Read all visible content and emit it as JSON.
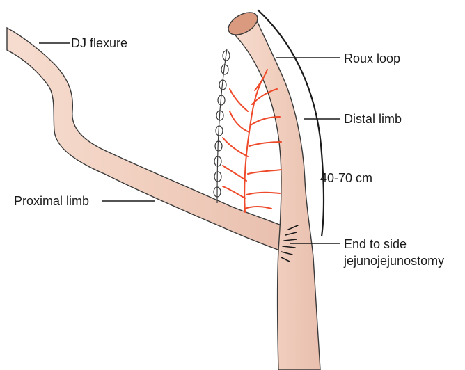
{
  "labels": {
    "dj_flexure": "DJ flexure",
    "roux_loop": "Roux loop",
    "distal_limb": "Distal limb",
    "length": "40-70 cm",
    "proximal_limb": "Proximal limb",
    "anastomosis_line1": "End to side",
    "anastomosis_line2": "jejunojejunostomy"
  },
  "colors": {
    "bowel_fill": "#f2d3c4",
    "bowel_outline": "#3a3a3a",
    "lumen": "#d99a80",
    "vessels": "#ee4a2a",
    "ink": "#1a1a1a"
  }
}
